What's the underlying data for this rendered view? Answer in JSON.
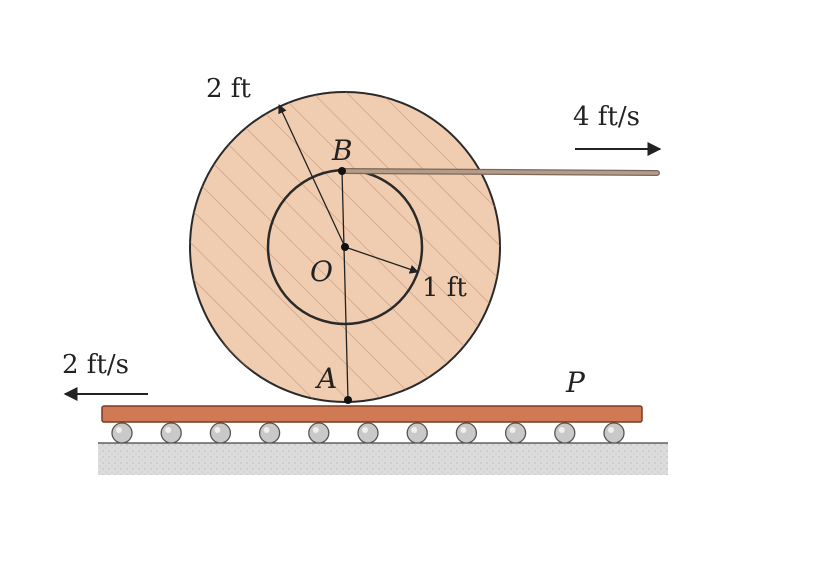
{
  "labels": {
    "outer_radius": "2 ft",
    "inner_radius": "1 ft",
    "rope_velocity": "4 ft/s",
    "plank_velocity": "2 ft/s",
    "point_b": "B",
    "point_o": "O",
    "point_a": "A",
    "plank": "P"
  },
  "colors": {
    "spool_fill": "#f0cdb0",
    "hatch": "#b98a72",
    "plank": "#d07a55",
    "plank_edge": "#7a3a22",
    "rope": "#a48a78",
    "roller": "#c9c9c9",
    "ground": "#d8d8d8",
    "ink": "#222222"
  }
}
